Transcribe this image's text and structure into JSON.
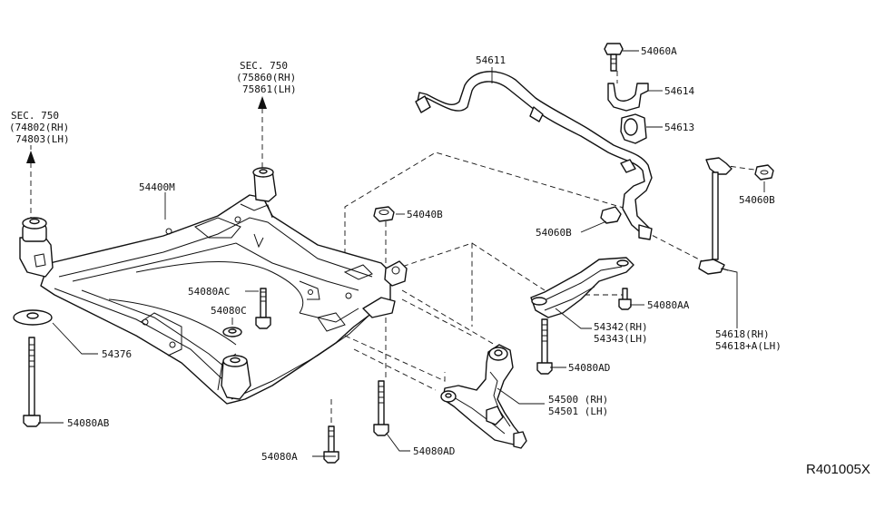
{
  "labels": {
    "sec750_left": "SEC. 750",
    "p74802": "(74802(RH)",
    "p74803": "74803(LH)",
    "sec750_right": "SEC. 750",
    "p75860": "(75860(RH)",
    "p75861": "75861(LH)",
    "p54400M": "54400M",
    "p54376": "54376",
    "p54080AB": "54080AB",
    "p54080AC": "54080AC",
    "p54080C": "54080C",
    "p54040B": "54040B",
    "p54080A": "54080A",
    "p54080AD_bottom": "54080AD",
    "p54611": "54611",
    "p54060A": "54060A",
    "p54614": "54614",
    "p54613": "54613",
    "p54060B_right": "54060B",
    "p54060B_left": "54060B",
    "p54080AA": "54080AA",
    "p54342": "54342(RH)",
    "p54343": "54343(LH)",
    "p54080AD_right": "54080AD",
    "p54500": "54500 (RH)",
    "p54501": "54501 (LH)",
    "p54618": "54618(RH)",
    "p54618A": "54618+A(LH)",
    "diagram_code": "R401005X"
  },
  "colors": {
    "line": "#111111",
    "background": "#ffffff"
  }
}
